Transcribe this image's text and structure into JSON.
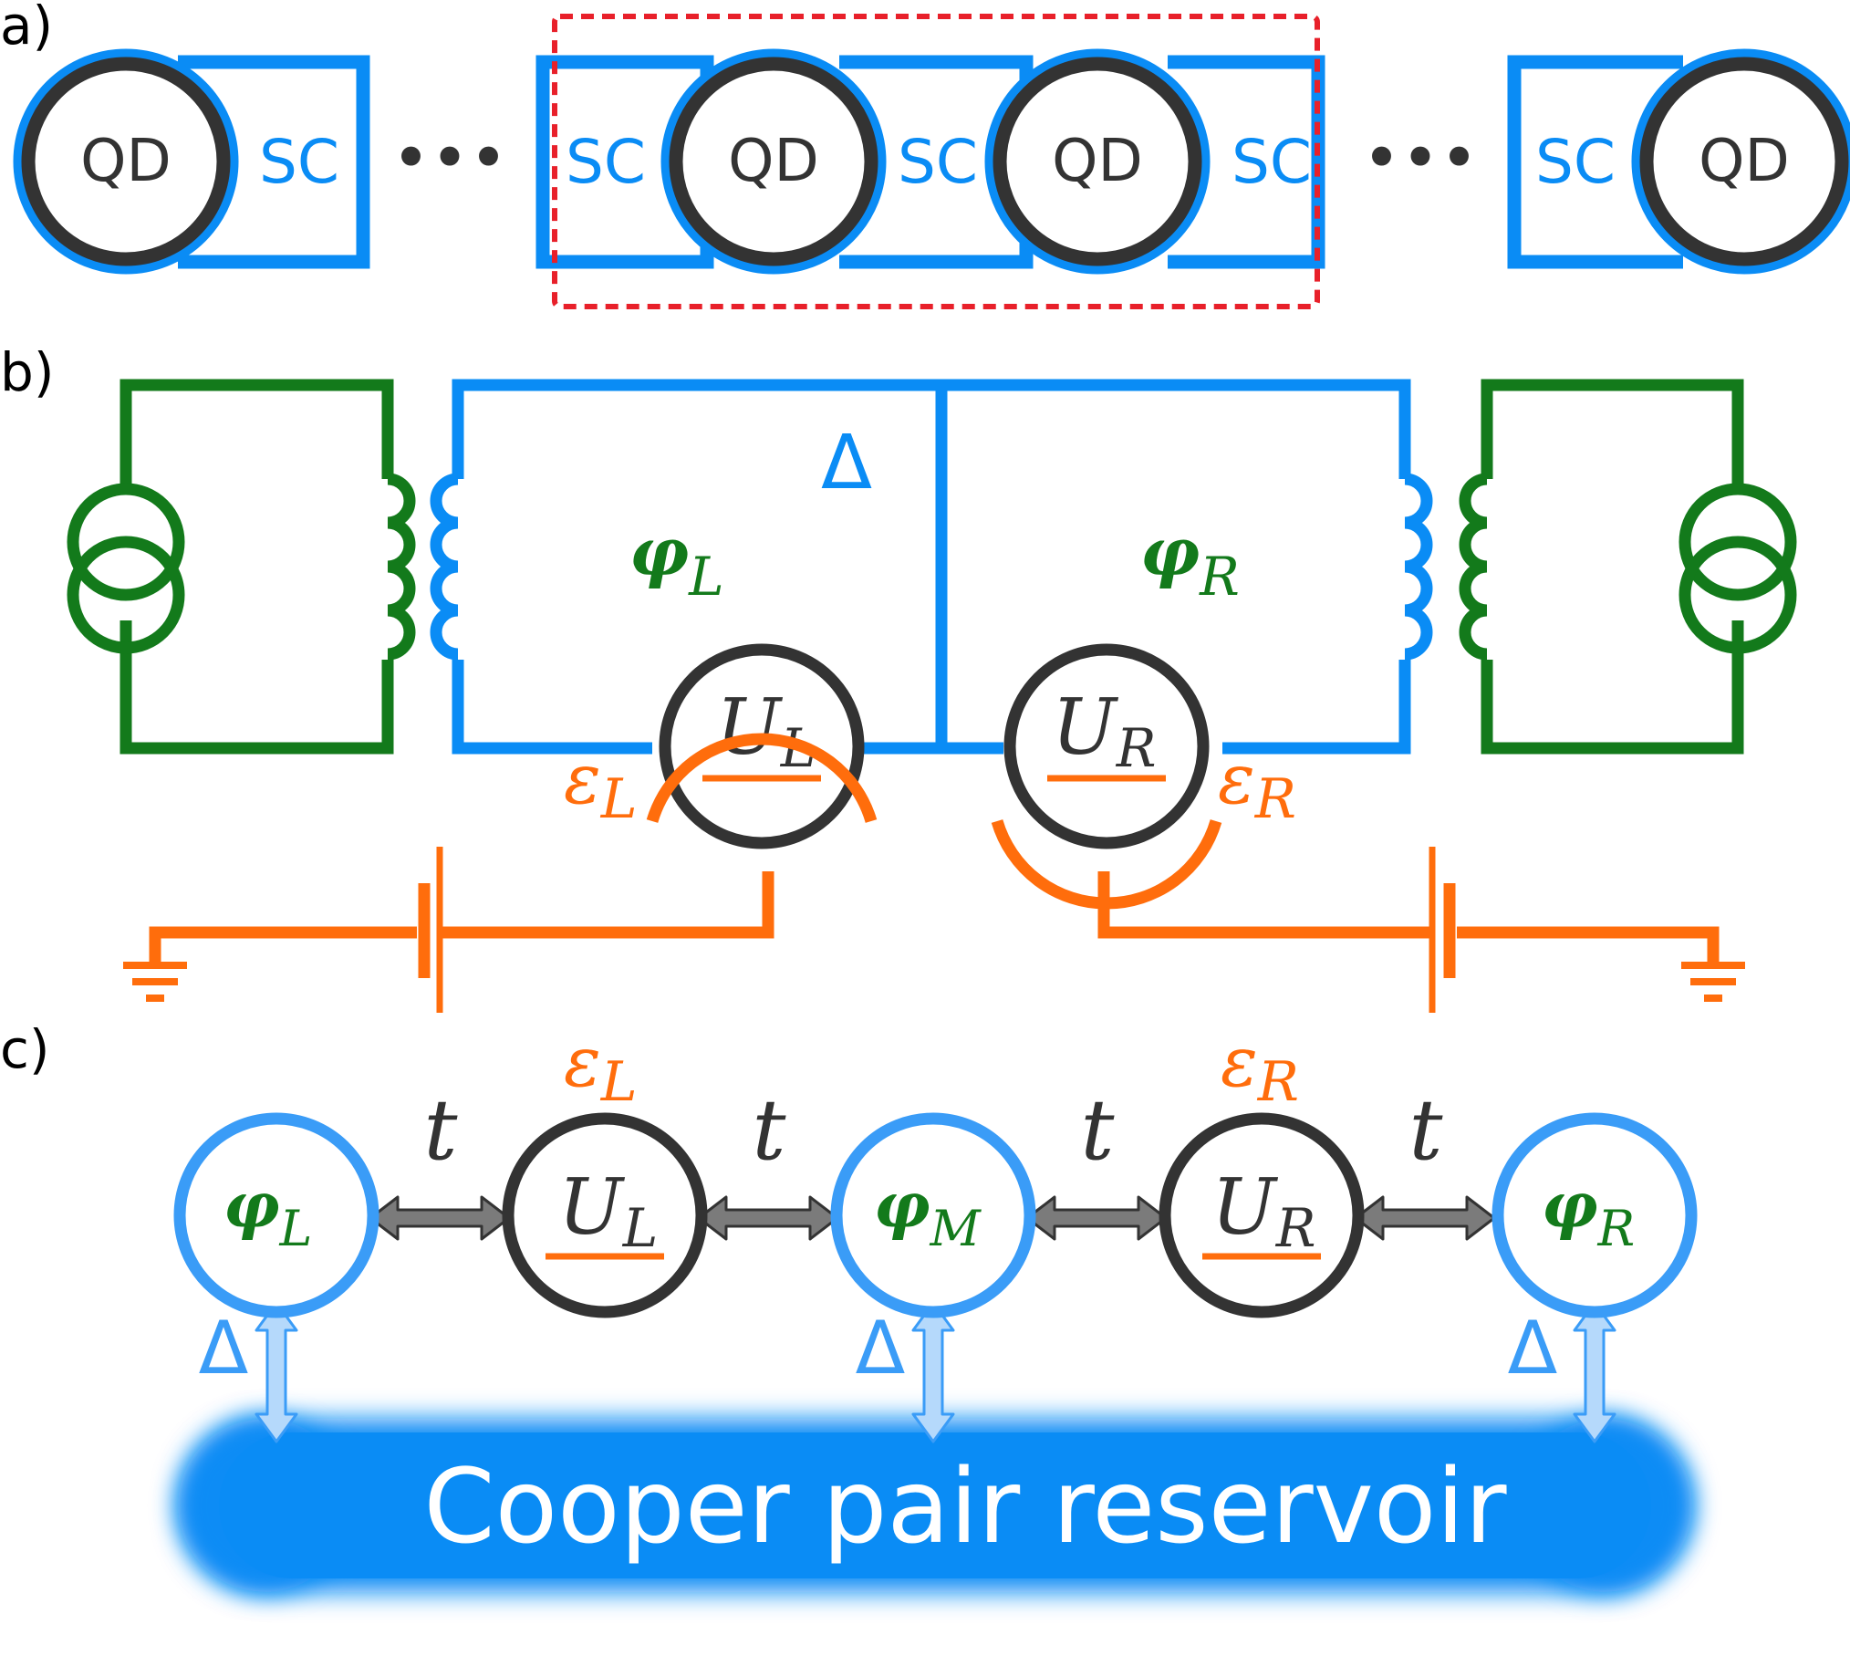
{
  "colors": {
    "dark": "#333333",
    "blue": "#0a8cf5",
    "lightblue": "#3a9cf7",
    "green": "#137a1b",
    "orange": "#ff6d0c",
    "red": "#e8202a",
    "arrowgray": "#7b7b7b",
    "paleblue": "#b5d9fb"
  },
  "panel_a": {
    "label": "a)",
    "qd": "QD",
    "sc": "SC",
    "ellipsis": "•••"
  },
  "panel_b": {
    "label": "b)",
    "delta": "Δ",
    "phi_L": {
      "base": "φ",
      "sub": "L"
    },
    "phi_R": {
      "base": "φ",
      "sub": "R"
    },
    "U_L": {
      "base": "U",
      "sub": "L"
    },
    "U_R": {
      "base": "U",
      "sub": "R"
    },
    "eps_L": {
      "base": "ε",
      "sub": "L"
    },
    "eps_R": {
      "base": "ε",
      "sub": "R"
    }
  },
  "panel_c": {
    "label": "c)",
    "t": "t",
    "delta": "Δ",
    "phi_L": {
      "base": "φ",
      "sub": "L"
    },
    "phi_M": {
      "base": "φ",
      "sub": "M"
    },
    "phi_R": {
      "base": "φ",
      "sub": "R"
    },
    "U_L": {
      "base": "U",
      "sub": "L"
    },
    "U_R": {
      "base": "U",
      "sub": "R"
    },
    "eps_L": {
      "base": "ε",
      "sub": "L"
    },
    "eps_R": {
      "base": "ε",
      "sub": "R"
    },
    "reservoir": "Cooper pair reservoir"
  }
}
